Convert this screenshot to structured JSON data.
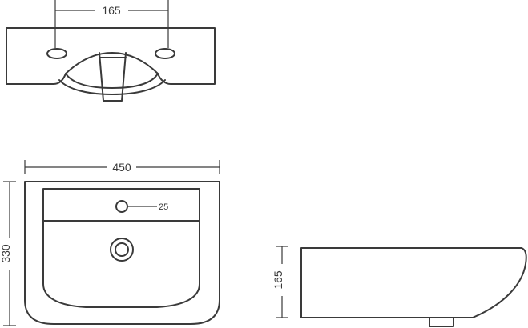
{
  "dimensions": {
    "top_hole_spacing": "165",
    "width": "450",
    "overflow_hole": "25",
    "depth": "330",
    "height": "165"
  }
}
